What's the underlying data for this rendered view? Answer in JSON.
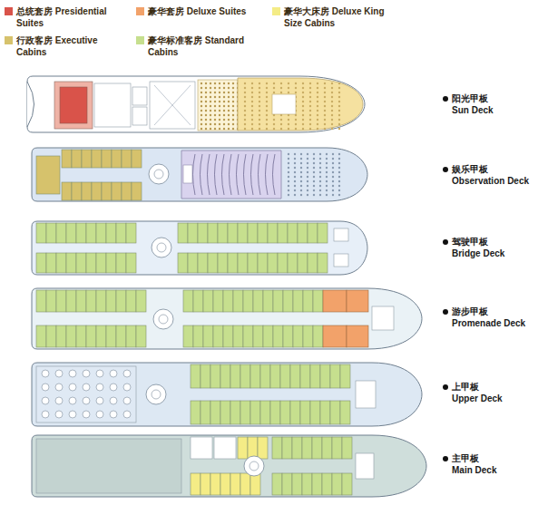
{
  "diagram": {
    "labels": [
      "阳光甲板",
      "Sun Deck",
      "娱乐甲板",
      "Observation Deck",
      "驾驶甲板",
      "Bridge Deck",
      "游步甲板",
      "Promenade Deck",
      "上甲板",
      "Upper Deck",
      "主甲板",
      "Main Deck"
    ],
    "legend": [
      {
        "text": "总统套房 Presidential Suites",
        "color": "#d9534a"
      },
      {
        "text": "豪华套房 Deluxe Suites",
        "color": "#f2a26a"
      },
      {
        "text": "豪华大床房 Deluxe King Size Cabins",
        "color": "#f4ec86"
      },
      {
        "text": "行政客房 Executive Cabins",
        "color": "#d6c26c"
      },
      {
        "text": "豪华标准客房 Standard Cabins",
        "color": "#c6df8e"
      }
    ]
  }
}
